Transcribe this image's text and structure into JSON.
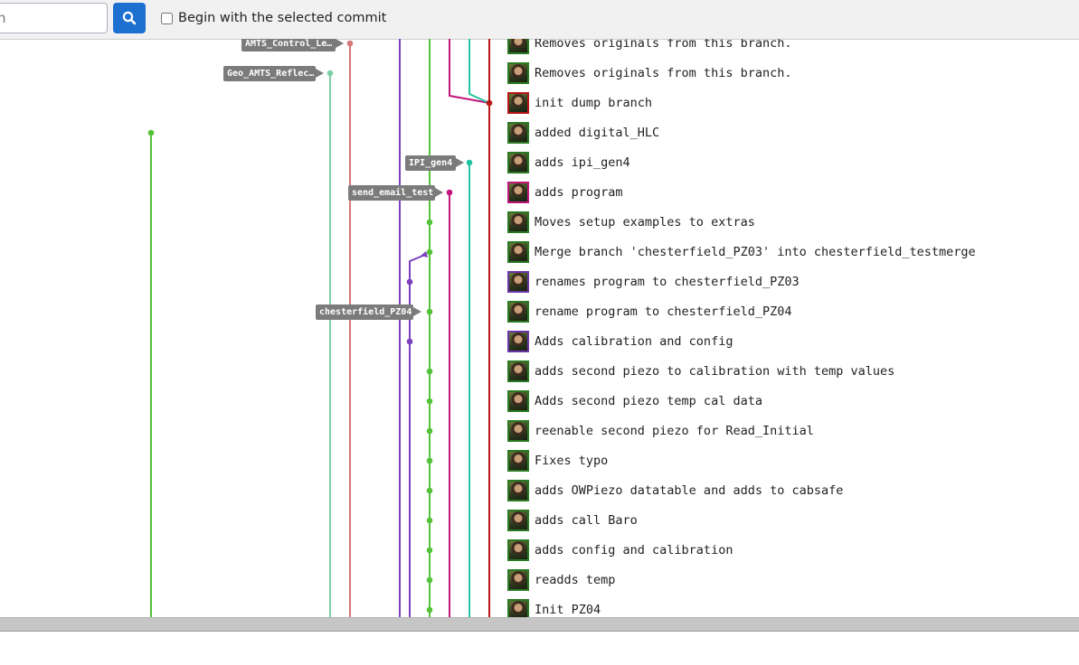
{
  "toolbar": {
    "search_value": "n",
    "search_icon": "search-icon",
    "begin_label": "Begin with the selected commit",
    "begin_checked": false
  },
  "tags": [
    {
      "label": "AMTS_Control_Le…"
    },
    {
      "label": "Geo_AMTS_Reflec…"
    },
    {
      "label": "IPI_gen4"
    },
    {
      "label": "send_email_test"
    },
    {
      "label": "chesterfield_PZ04"
    }
  ],
  "commits": [
    {
      "message": "Removes originals from this branch."
    },
    {
      "message": "Removes originals from this branch."
    },
    {
      "message": "init dump branch"
    },
    {
      "message": "added digital_HLC"
    },
    {
      "message": "adds ipi_gen4"
    },
    {
      "message": "adds program"
    },
    {
      "message": "Moves setup examples to extras"
    },
    {
      "message": "Merge branch 'chesterfield_PZ03' into chesterfield_testmerge"
    },
    {
      "message": "renames program to chesterfield_PZ03"
    },
    {
      "message": "rename program to chesterfield_PZ04"
    },
    {
      "message": "Adds calibration and config"
    },
    {
      "message": "adds second piezo to calibration with temp values"
    },
    {
      "message": "Adds second piezo temp cal data"
    },
    {
      "message": "reenable second piezo for Read_Initial"
    },
    {
      "message": "Fixes typo"
    },
    {
      "message": "adds OWPiezo datatable and adds to cabsafe"
    },
    {
      "message": "adds call Baro"
    },
    {
      "message": "adds config and calibration"
    },
    {
      "message": "readds temp"
    },
    {
      "message": "Init PZ04"
    }
  ],
  "colors": {
    "lane_green": "#55c23a",
    "lane_teal": "#7fcfa6",
    "lane_salmon": "#d27a76",
    "lane_purple": "#7d3fc0",
    "lane_magenta": "#c0157a",
    "lane_cyan": "#20c4a0",
    "lane_red": "#b81616",
    "tag_bg": "#7b7b7b",
    "search_button": "#1d6fd0"
  }
}
